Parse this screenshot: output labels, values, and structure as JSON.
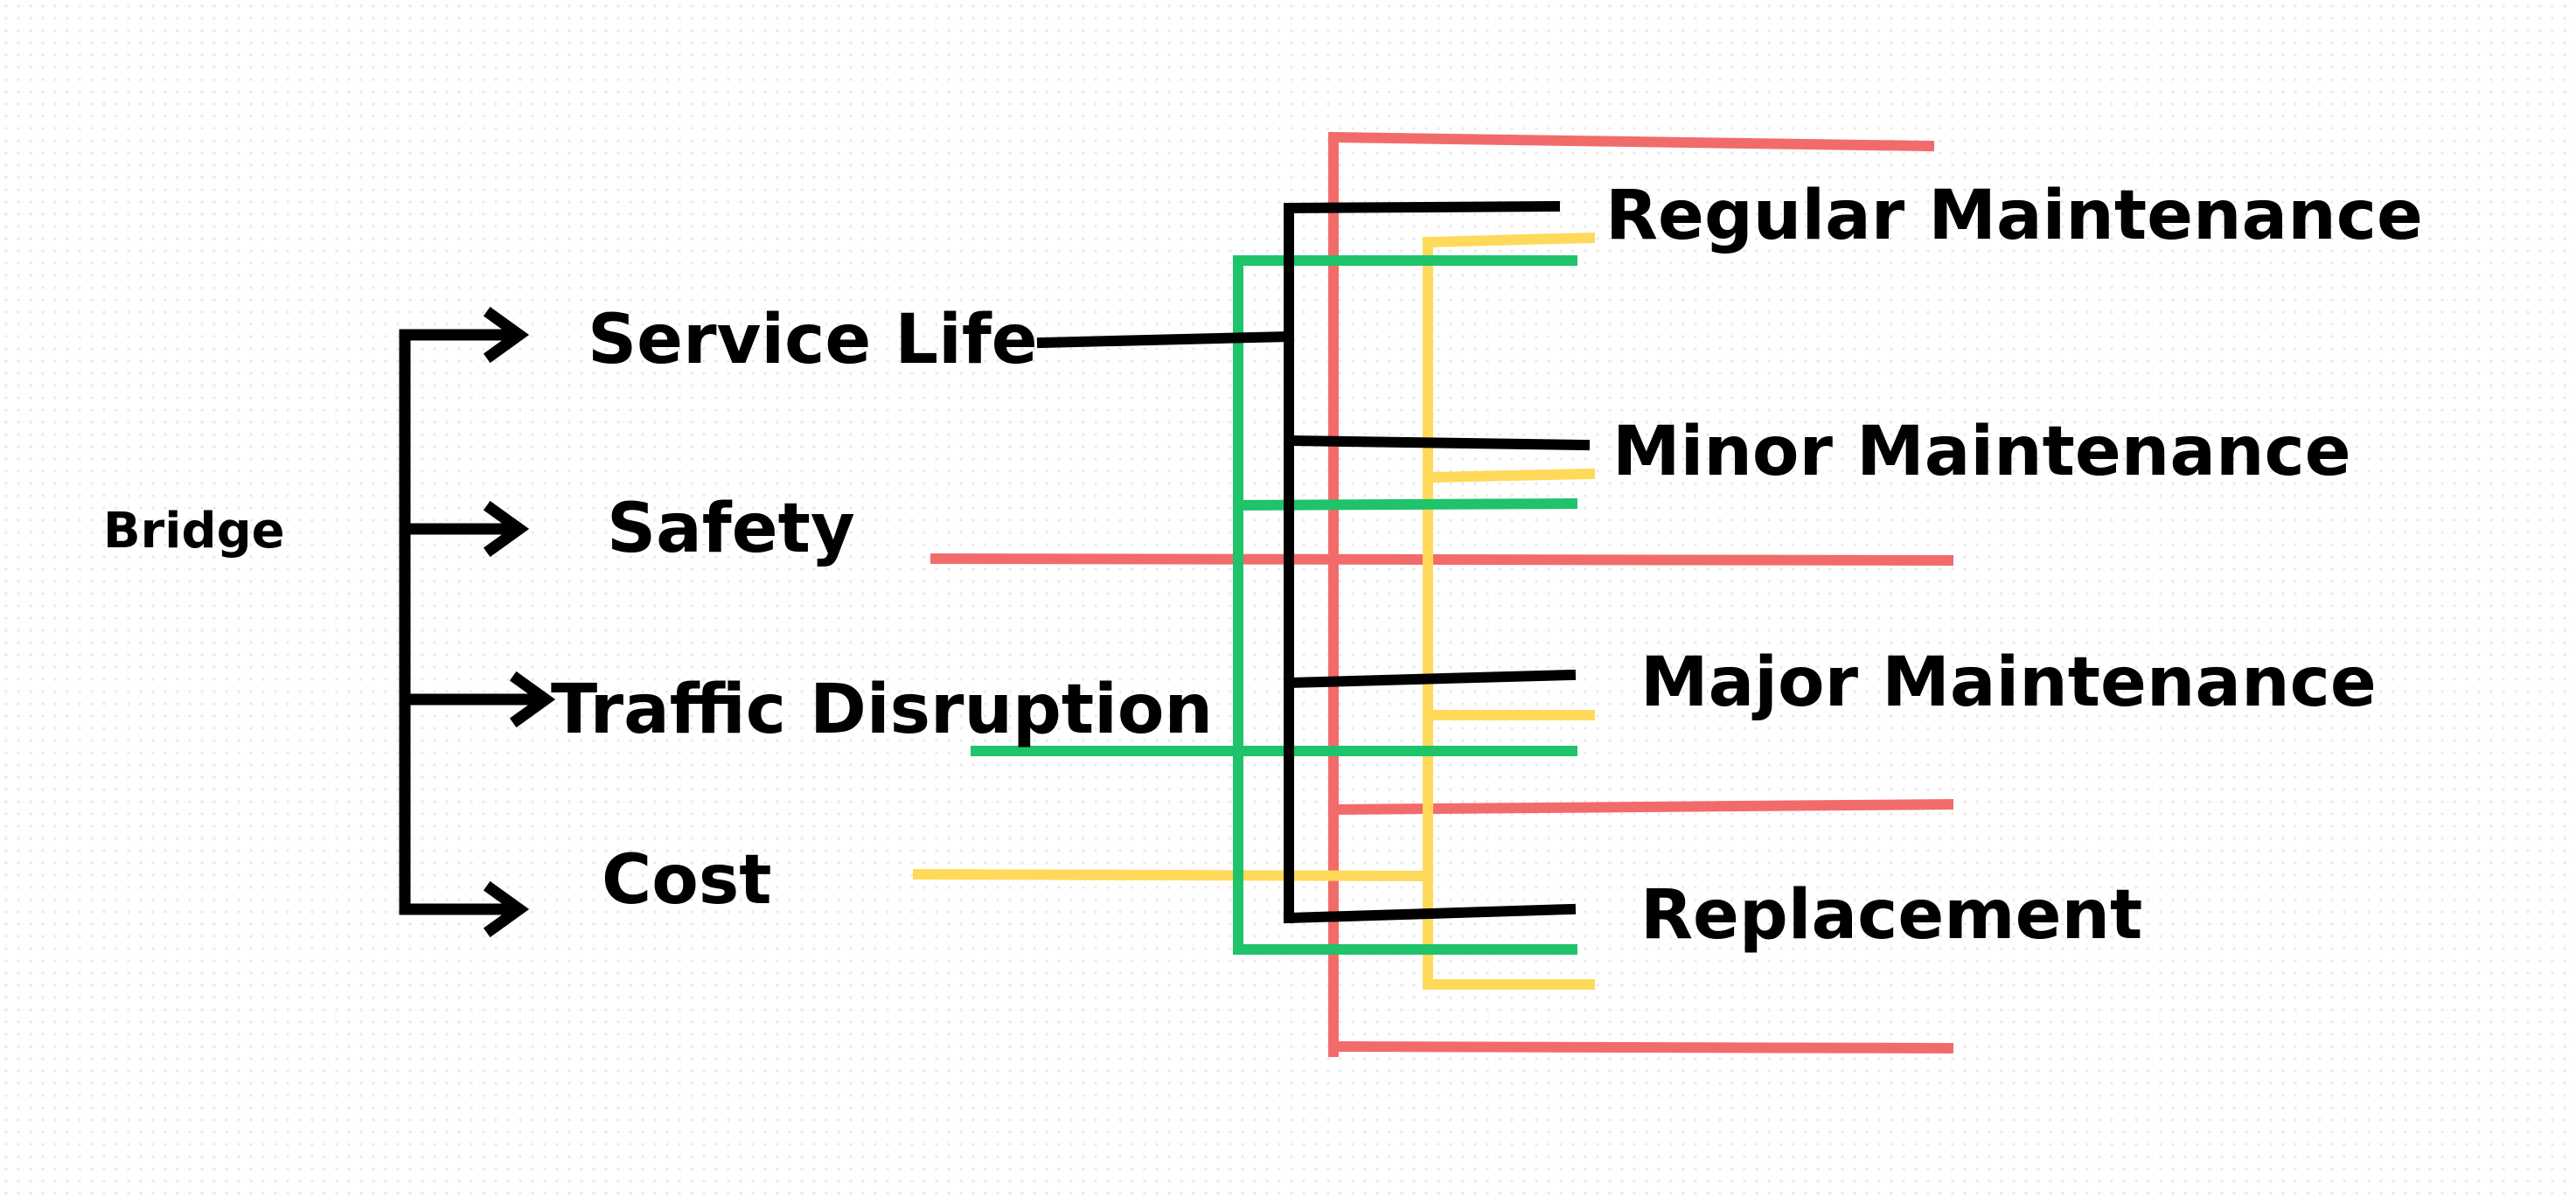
{
  "root": {
    "label": "Bridge"
  },
  "criteria": [
    {
      "label": "Service Life",
      "color": "#000000"
    },
    {
      "label": "Safety",
      "color": "#f26b6b"
    },
    {
      "label": "Traffic Disruption",
      "color": "#1ec36a"
    },
    {
      "label": "Cost",
      "color": "#ffd95a"
    }
  ],
  "options": [
    {
      "label": "Regular Maintenance"
    },
    {
      "label": "Minor Maintenance"
    },
    {
      "label": "Major Maintenance"
    },
    {
      "label": "Replacement"
    }
  ],
  "colors": {
    "arrow": "#000000",
    "service_life_line": "#000000",
    "safety_line": "#f26b6b",
    "traffic_line": "#1ec36a",
    "cost_line": "#ffd95a",
    "background_dots": "#e9e9e9"
  }
}
